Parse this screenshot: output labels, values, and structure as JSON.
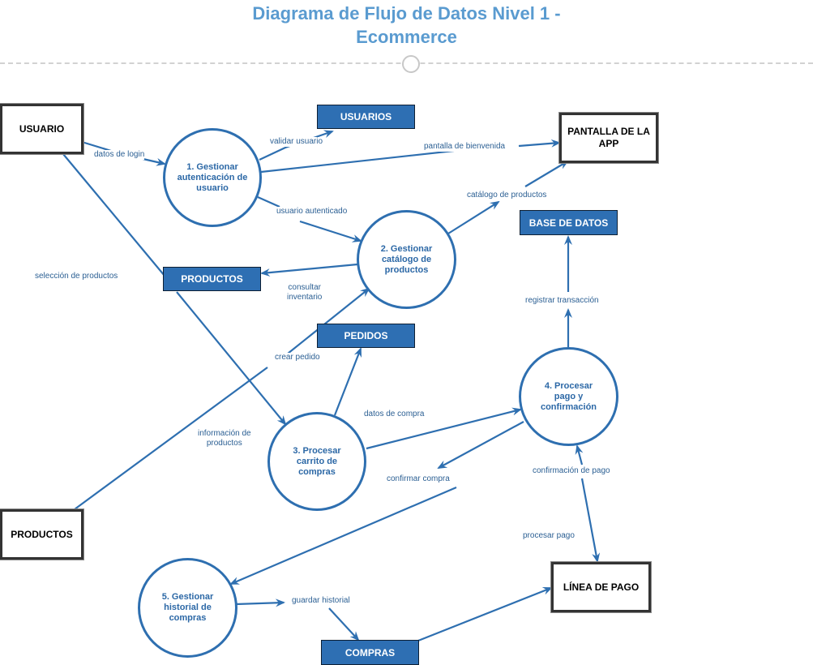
{
  "title": {
    "line1": "Diagrama de Flujo de Datos Nivel 1 -",
    "line2": "Ecommerce"
  },
  "colors": {
    "title": "#5a9bd0",
    "flow_line": "#2e6fb0",
    "store_fill": "#2e6fb3",
    "process_text": "#2c68a6",
    "flow_label": "#2b5f93"
  },
  "external_entities": {
    "usuario": "USUARIO",
    "pantalla": "PANTALLA DE LA APP",
    "productos": "PRODUCTOS",
    "linea_pago": "LÍNEA DE PAGO"
  },
  "data_stores": {
    "usuarios": "USUARIOS",
    "base_datos": "BASE DE DATOS",
    "productos": "PRODUCTOS",
    "pedidos": "PEDIDOS",
    "compras": "COMPRAS"
  },
  "processes": {
    "p1": "1. Gestionar autenticación de usuario",
    "p2": "2. Gestionar catálogo de productos",
    "p3": "3. Procesar carrito de compras",
    "p4": "4. Procesar pago y confirmación",
    "p5": "5. Gestionar historial de compras"
  },
  "flows": {
    "datos_login": "datos de login",
    "validar_usuario": "validar usuario",
    "pantalla_bienvenida": "pantalla de bienvenida",
    "usuario_autenticado": "usuario autenticado",
    "catalogo_productos": "catálogo de productos",
    "seleccion_productos": "selección de productos",
    "consultar_inventario_1": "consultar",
    "consultar_inventario_2": "inventario",
    "crear_pedido": "crear pedido",
    "registrar_transaccion": "registrar transacción",
    "informacion_productos_1": "información de",
    "informacion_productos_2": "productos",
    "datos_compra": "datos de compra",
    "confirmar_compra": "confirmar compra",
    "confirmacion_pago": "confirmación de pago",
    "procesar_pago": "procesar pago",
    "guardar_historial": "guardar historial"
  }
}
